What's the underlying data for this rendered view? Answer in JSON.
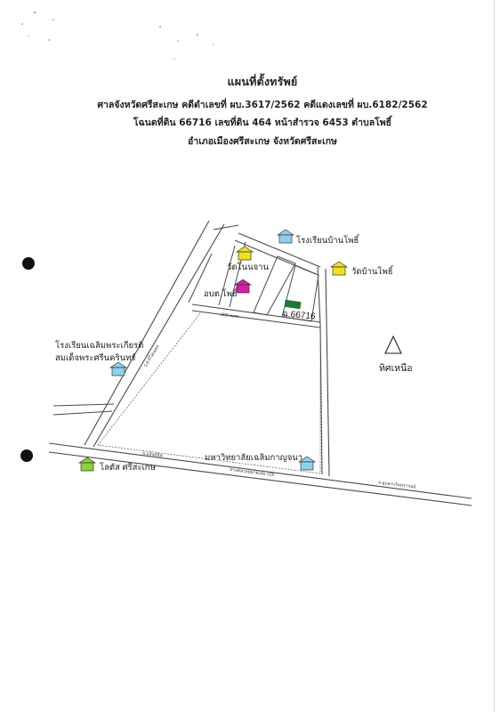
{
  "document": {
    "title": "แผนที่ตั้งทรัพย์",
    "line1": "ศาลจังหวัดศรีสะเกษ คดีดำเลขที่ ผบ.3617/2562 คดีแดงเลขที่ ผบ.6182/2562",
    "line2": "โฉนดที่ดิน 66716 เลขที่ดิน 464 หน้าสำรวจ 6453 ตำบลโพธิ์",
    "line3": "อำเภอเมืองศรีสะเกษ จังหวัดศรีสะเกษ"
  },
  "map": {
    "landmarks": {
      "school_ban_pho": "โรงเรียนบ้านโพธิ์",
      "wat_non_chan": "วัดโนนจาน",
      "wat_ban_pho": "วัดบ้านโพธิ์",
      "sao_pho": "อบต.โพธิ์",
      "school_chaloem_1": "โรงเรียนเฉลิมพระเกียรติ",
      "school_chaloem_2": "สมเด็จพระศรีนครินทร์",
      "university": "มหาวิทยาลัยเฉลิมกาญจนา",
      "lotus": "โลตัส ศรีสะเกษ"
    },
    "parcel_label": "ฉ.66716",
    "north_label": "ทิศเหนือ",
    "small_labels": {
      "distance_top": "300 เมตร",
      "diagonal_road": "1.8 กิโลเมตร",
      "south_road": "ถ.แจ้งสนิท",
      "bottom_road_1": "ทางหลวงหมายเลข 226",
      "bottom_road_2": "ถ.อุบลฯ-กันทรารมย์"
    },
    "colors": {
      "school": "#8fd0ef",
      "temple": "#f2e21c",
      "sao": "#d61fa3",
      "lotus": "#8bd139",
      "parcel": "#1e7a2a",
      "road": "#4a4a4a"
    }
  }
}
